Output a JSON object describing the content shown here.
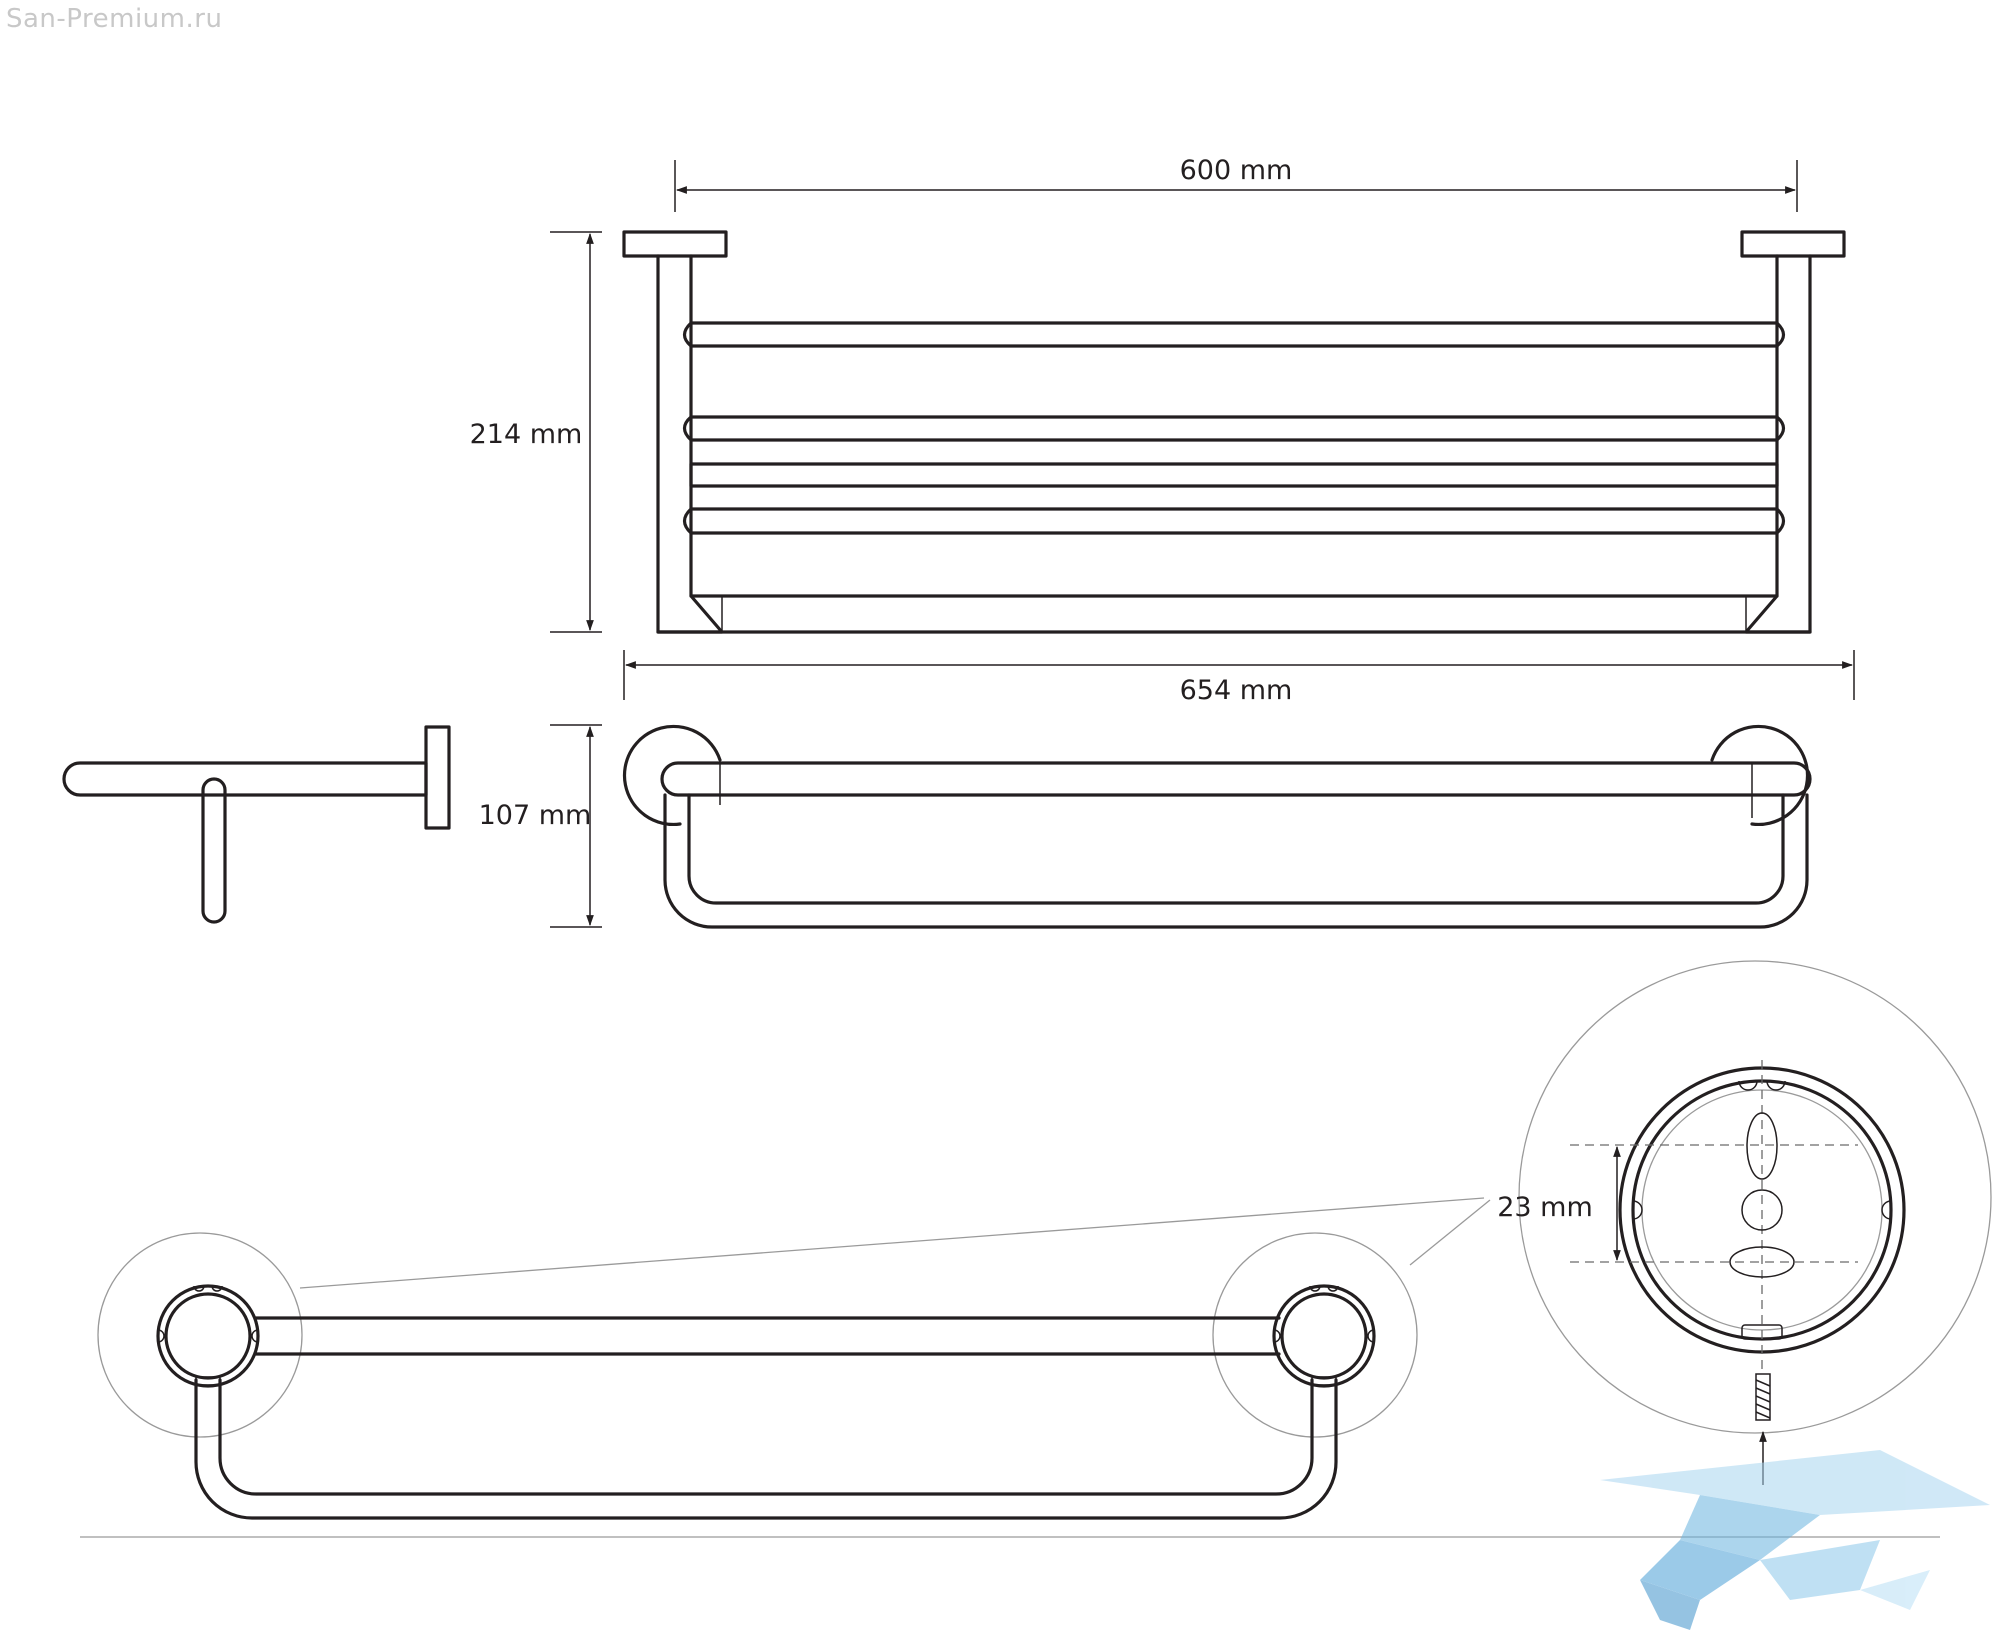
{
  "watermark": {
    "text": "San-Premium.ru",
    "logo": "bird-logo"
  },
  "dimensions": {
    "width_inner": "600 mm",
    "width_total": "654 mm",
    "height_front": "214 mm",
    "height_top": "107 mm",
    "hole_spacing": "23 mm"
  },
  "colors": {
    "line": "#231f20",
    "watermark_text": "#c8c8c8",
    "logo": "#6ab4e0"
  }
}
